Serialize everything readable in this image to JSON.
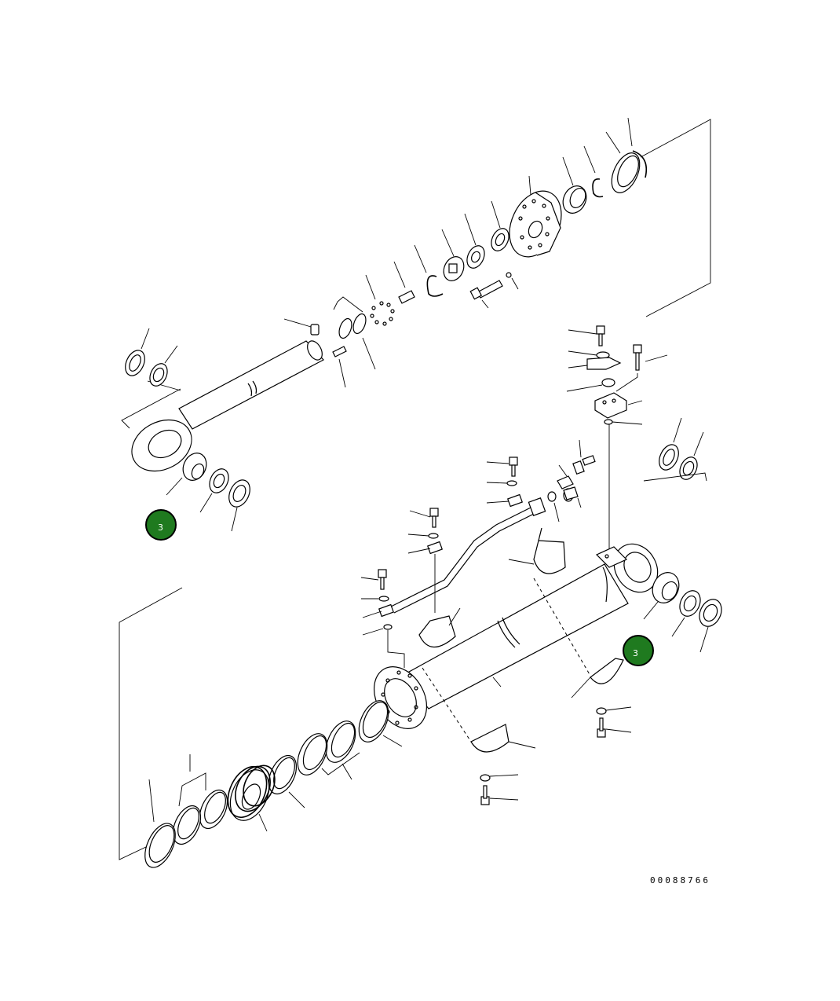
{
  "drawing_number": "00088766",
  "callouts": [
    {
      "label": "3",
      "color": "#1f7a1f"
    },
    {
      "label": "3",
      "color": "#1f7a1f"
    }
  ]
}
